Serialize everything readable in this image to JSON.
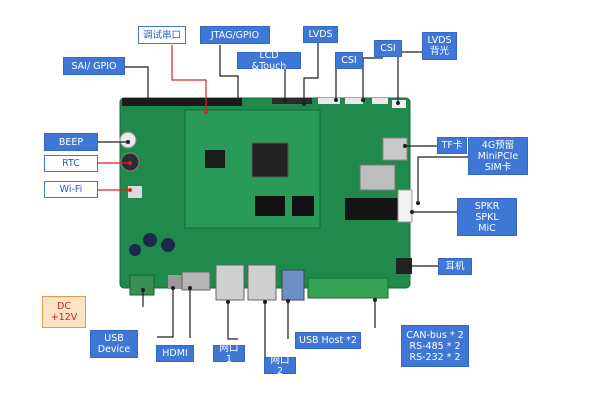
{
  "diagram": {
    "colors": {
      "label_blue": "#3f77d6",
      "pcb_green": "#1f8a4c",
      "som_green": "#2a9a58",
      "leader": "#1e1e1e",
      "leader_red": "#e02020",
      "dc_fill": "#fbe3c6"
    },
    "labels": {
      "debug_serial": "调试串口",
      "jtag_gpio": "JTAG/GPIO",
      "lvds": "LVDS",
      "lvds_backlight": "LVDS\n背光",
      "sai_gpio": "SAI/ GPIO",
      "lcd_touch": "LCD &Touch",
      "csi_1": "CSI",
      "csi_2": "CSI",
      "beep": "BEEP",
      "rtc": "RTC",
      "wifi": "Wi-Fi",
      "tf_card": "TF卡",
      "lte_module": "4G预留\nMiniPCIe\nSIM卡",
      "audio": "SPKR\nSPKL\nMiC",
      "earphone": "耳机",
      "dc_power": "DC\n+12V",
      "usb_device": "USB\nDevice",
      "hdmi": "HDMI",
      "ethernet_1": "网口1",
      "ethernet_2": "网口2",
      "usb_host": "USB Host *2",
      "serial_buses": "CAN-bus * 2\nRS-485 * 2\nRS-232 * 2"
    }
  }
}
